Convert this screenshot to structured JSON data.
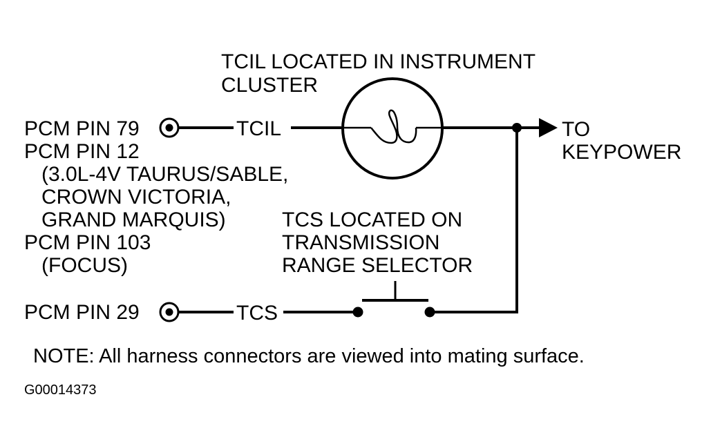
{
  "tcil_location": [
    "TCIL LOCATED IN INSTRUMENT",
    "CLUSTER"
  ],
  "pcm_pins_top": [
    "PCM PIN 79",
    "PCM PIN 12",
    "(3.0L-4V TAURUS/SABLE,",
    "CROWN VICTORIA,",
    "GRAND MARQUIS)",
    "PCM PIN 103",
    "(FOCUS)"
  ],
  "tcil_label": "TCIL",
  "to_keypower": [
    "TO",
    "KEYPOWER"
  ],
  "tcs_location": [
    "TCS LOCATED ON",
    "TRANSMISSION",
    "RANGE SELECTOR"
  ],
  "pcm_pin_bottom": "PCM PIN 29",
  "tcs_label": "TCS",
  "note": "NOTE:  All harness connectors are viewed into mating surface.",
  "figure_id": "G00014373",
  "colors": {
    "line": "#000000",
    "background": "#ffffff"
  },
  "icons": [
    "connector-icon",
    "lamp-icon",
    "switch-icon",
    "arrow-icon"
  ]
}
